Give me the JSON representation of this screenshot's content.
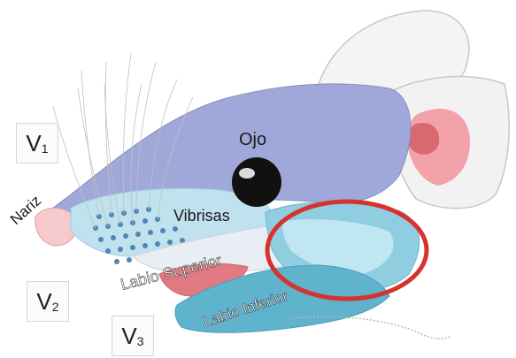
{
  "labels": {
    "eye": "Ojo",
    "nose": "Nariz",
    "whiskers": "Vibrisas",
    "upper_lip": "Labio Superior",
    "lower_lip": "Labio Inferior"
  },
  "nerve_branches": [
    {
      "base": "V",
      "index": "1"
    },
    {
      "base": "V",
      "index": "2"
    },
    {
      "base": "V",
      "index": "3"
    }
  ],
  "colors": {
    "head": "#9fa8d8",
    "whisker_pad": "#bfe2ee",
    "lip_region": "#8fcde0",
    "lower_jaw": "#5fb3cc",
    "ear_inner": "#f2a2a8",
    "nose_tip": "#f6c9cc",
    "highlight_circle": "#d6322e"
  }
}
